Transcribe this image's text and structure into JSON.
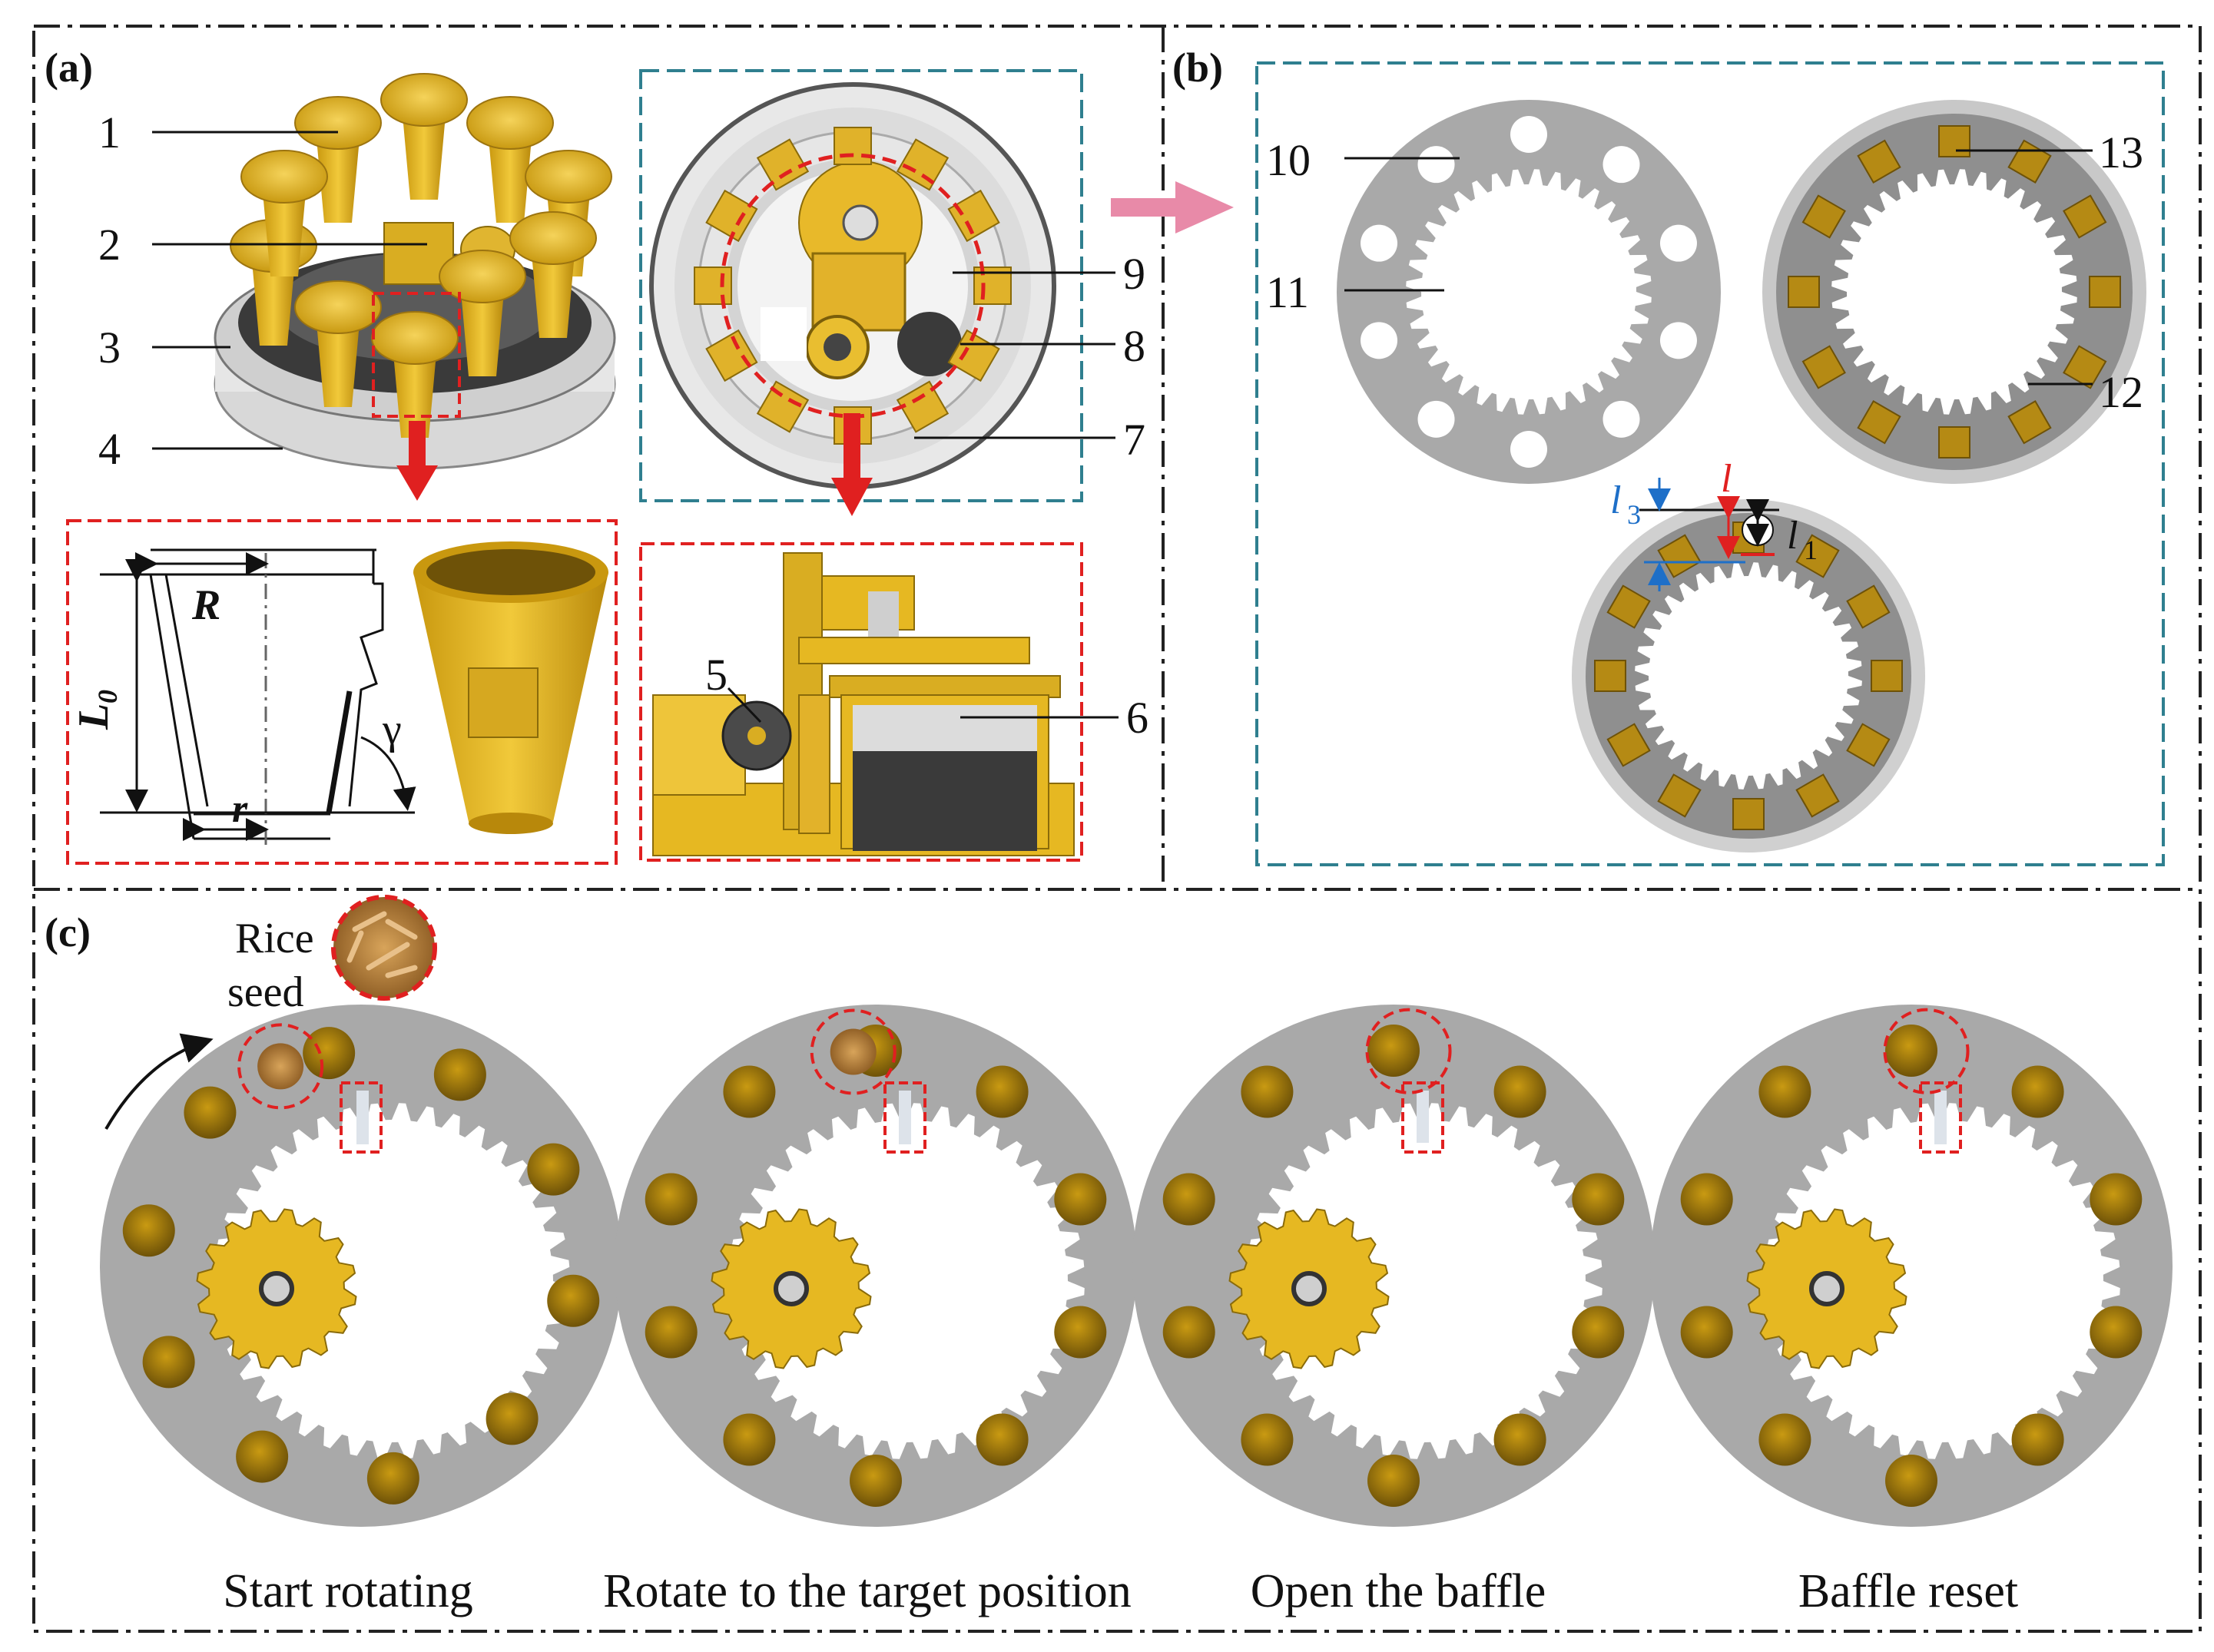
{
  "panel_a": {
    "tag": "(a)",
    "callouts": [
      "1",
      "2",
      "3",
      "4",
      "5",
      "6",
      "7",
      "8",
      "9"
    ],
    "dims": {
      "R": "R",
      "L0_base": "L",
      "L0_sub": "0",
      "r": "r",
      "gamma": "γ"
    }
  },
  "panel_b": {
    "tag": "(b)",
    "callouts": [
      "10",
      "11",
      "12",
      "13"
    ],
    "dims": {
      "l3_base": "l",
      "l3_sub": "3",
      "l": "l",
      "l1_base": "l",
      "l1_sub": "1"
    }
  },
  "panel_c": {
    "tag": "(c)",
    "rice_label_line1": "Rice",
    "rice_label_line2": "seed",
    "steps": [
      "Start rotating",
      "Rotate to the target position",
      "Open the baffle",
      "Baffle reset"
    ]
  },
  "colors": {
    "frame": "#222222",
    "teal_box": "#2f7f8f",
    "red_box": "#e02020",
    "gold": "#e6b822",
    "dark_gold": "#a07d12",
    "disk_gray": "#a9a9a9",
    "pink_arrow": "#e88aa8",
    "blue_dim": "#1e6fc8"
  }
}
